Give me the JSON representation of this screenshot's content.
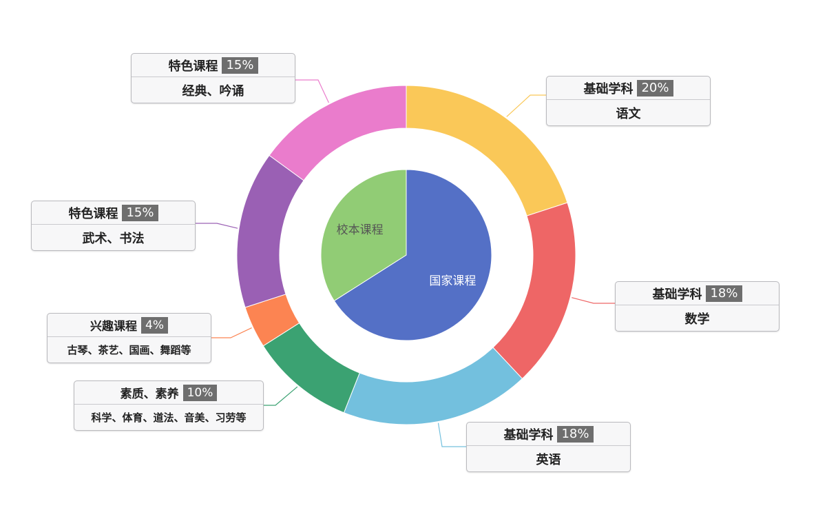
{
  "chart_data": [
    {
      "type": "pie",
      "role": "inner",
      "slices": [
        {
          "label": "国家课程",
          "value": 66,
          "color": "#5470c6",
          "label_color": "#ffffff"
        },
        {
          "label": "校本课程",
          "value": 34,
          "color": "#91cc75",
          "label_color": "#555555"
        }
      ]
    },
    {
      "type": "pie",
      "role": "outer-ring",
      "slices": [
        {
          "category": "基础学科",
          "percent": "20%",
          "desc": "语文",
          "value": 20,
          "color": "#fac858"
        },
        {
          "category": "基础学科",
          "percent": "18%",
          "desc": "数学",
          "value": 18,
          "color": "#ee6666"
        },
        {
          "category": "基础学科",
          "percent": "18%",
          "desc": "英语",
          "value": 18,
          "color": "#73c0de"
        },
        {
          "category": "素质、素养",
          "percent": "10%",
          "desc": "科学、体育、道法、音美、习劳等",
          "value": 10,
          "color": "#3ba272"
        },
        {
          "category": "兴趣课程",
          "percent": "4%",
          "desc": "古琴、茶艺、国画、舞蹈等",
          "value": 4,
          "color": "#fc8452"
        },
        {
          "category": "特色课程",
          "percent": "15%",
          "desc": "武术、书法",
          "value": 15,
          "color": "#9a60b4"
        },
        {
          "category": "特色课程",
          "percent": "15%",
          "desc": "经典、吟诵",
          "value": 15,
          "color": "#ea7ccc"
        }
      ]
    }
  ]
}
